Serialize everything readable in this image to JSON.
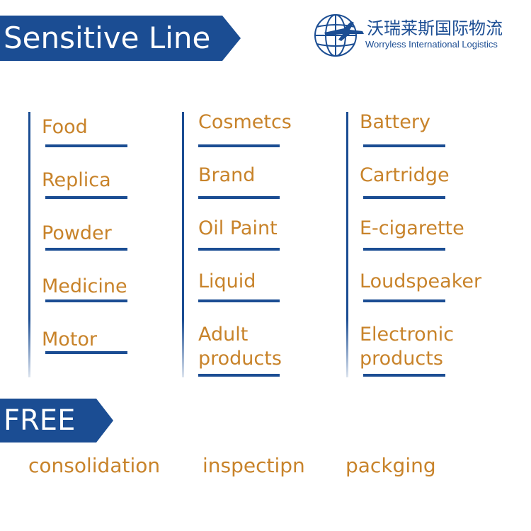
{
  "header": {
    "title": "Sensitive Line"
  },
  "logo": {
    "name_cn": "沃瑞莱斯国际物流",
    "name_en": "Worryless International Logistics",
    "icon": "globe-plane-icon"
  },
  "columns": [
    {
      "items": [
        "Food",
        "Replica",
        "Powder",
        "Medicine",
        "Motor"
      ]
    },
    {
      "items": [
        "Cosmetcs",
        "Brand",
        "Oil Paint",
        "Liquid",
        "Adult",
        "products"
      ]
    },
    {
      "items": [
        "Battery",
        "Cartridge",
        "E-cigarette",
        "Loudspeaker",
        "Electronic",
        "products"
      ]
    }
  ],
  "free": {
    "title": "FREE",
    "items": [
      "consolidation",
      "inspectipn",
      "packging"
    ]
  },
  "colors": {
    "brand_blue": "#1b4d93",
    "accent_orange": "#c8832a",
    "background": "#ffffff"
  }
}
